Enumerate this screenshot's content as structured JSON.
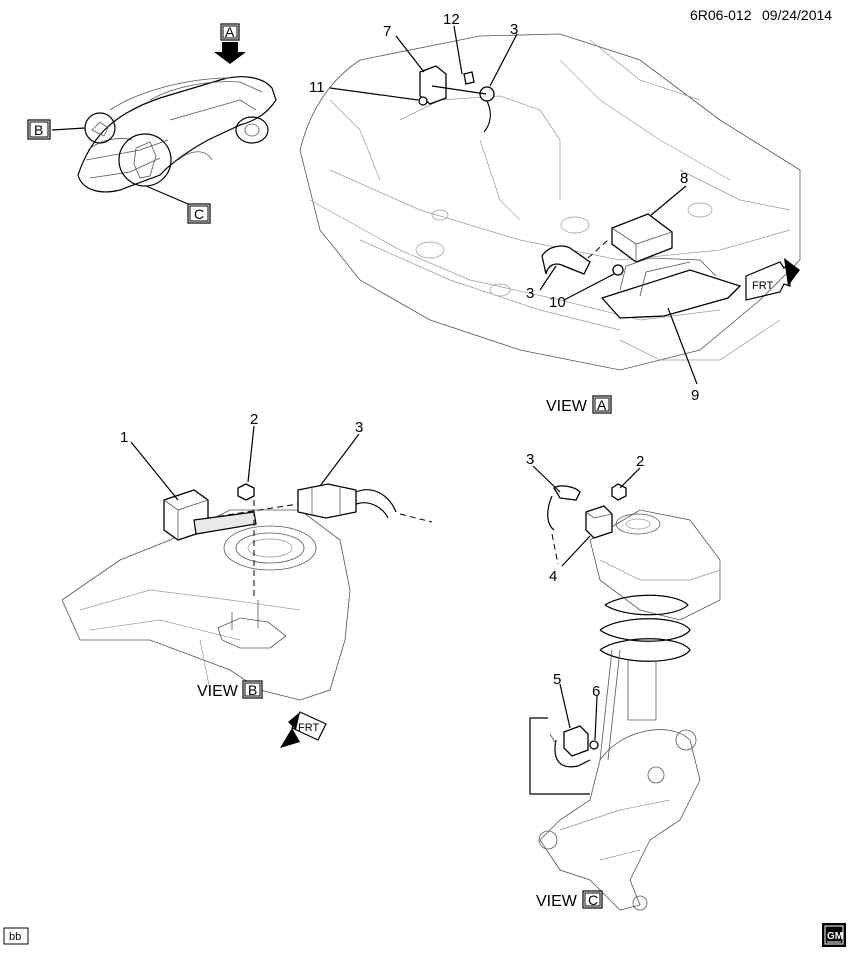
{
  "header": {
    "code": "6R06-012",
    "date": "09/24/2014"
  },
  "views": {
    "a": {
      "prefix": "VIEW",
      "letter": "A"
    },
    "b": {
      "prefix": "VIEW",
      "letter": "B"
    },
    "c": {
      "prefix": "VIEW",
      "letter": "C"
    }
  },
  "overview_markers": {
    "a": "A",
    "b": "B",
    "c": "C"
  },
  "callouts": {
    "view_a": [
      "7",
      "12",
      "3",
      "11",
      "8",
      "3",
      "10",
      "9"
    ],
    "view_b": [
      "1",
      "2",
      "3"
    ],
    "view_c": [
      "3",
      "2",
      "4",
      "5",
      "6"
    ]
  },
  "frt_label": "FRT",
  "footer": {
    "left_tag": "bb",
    "brand": "GM"
  }
}
